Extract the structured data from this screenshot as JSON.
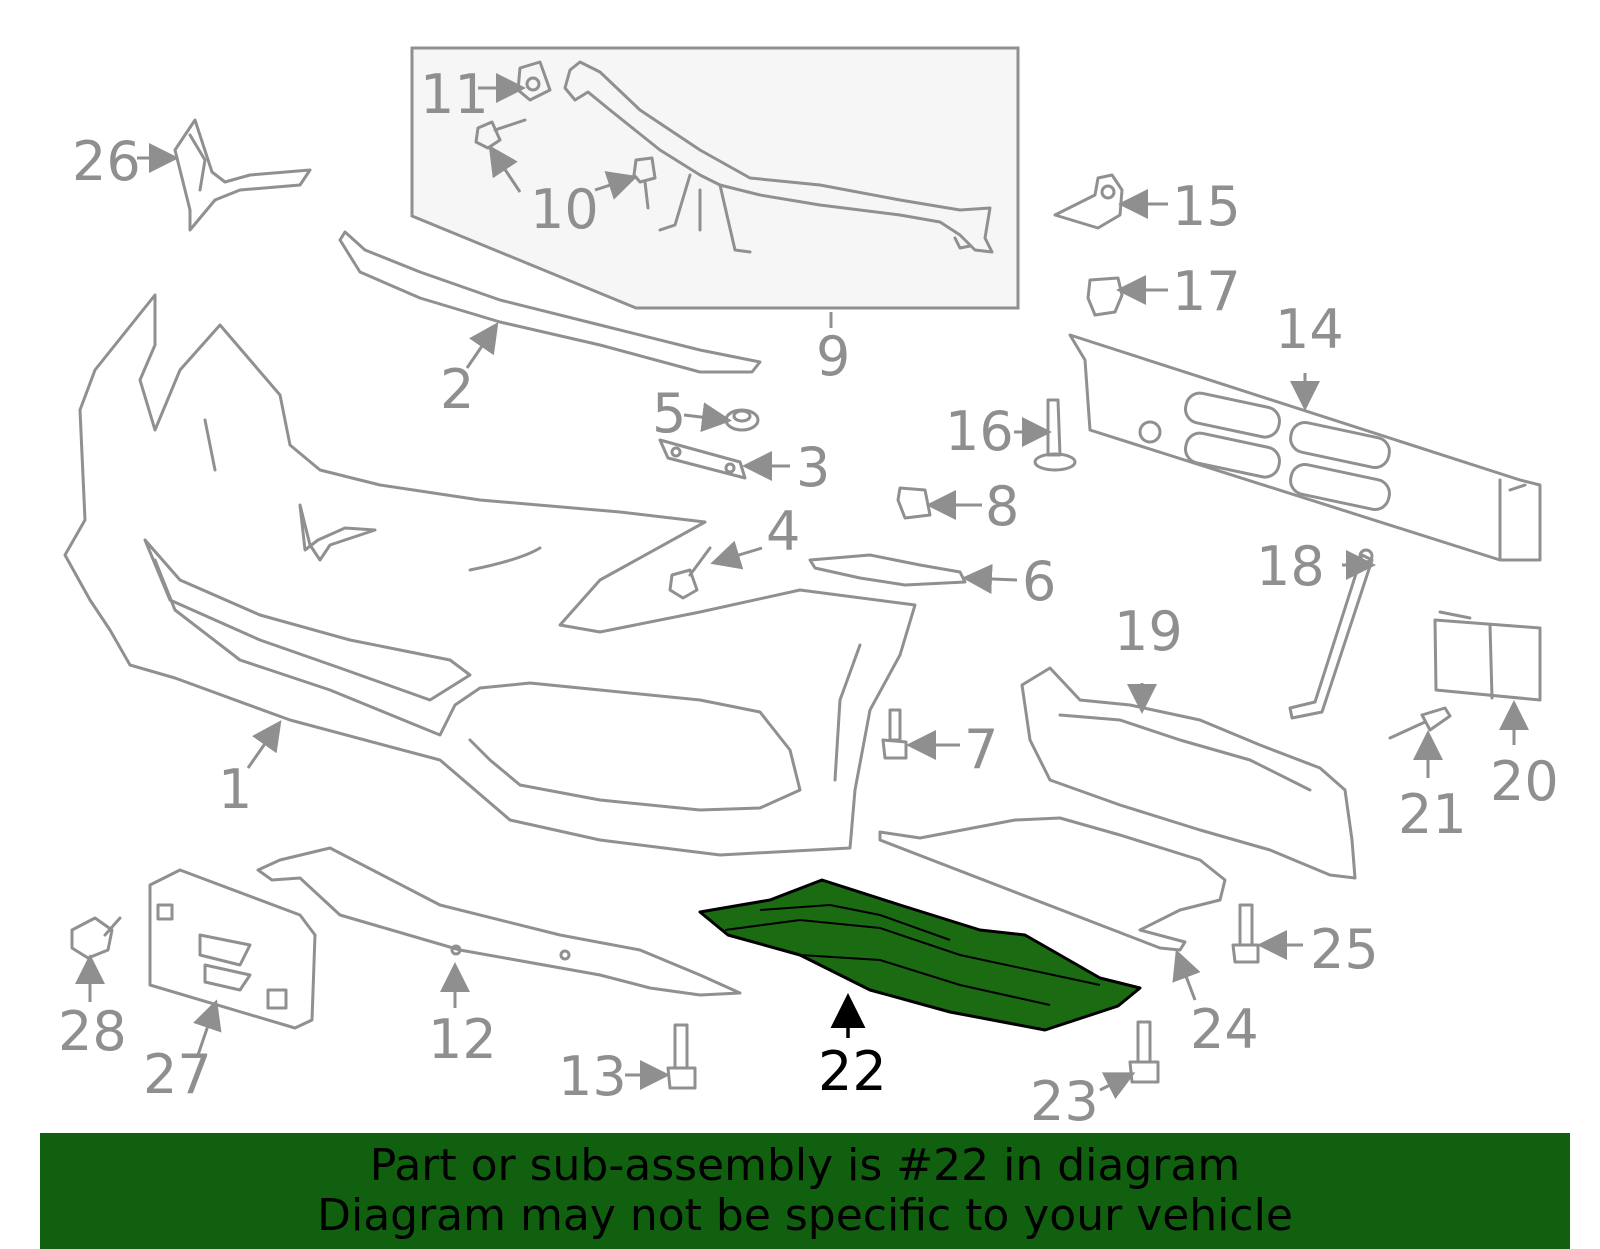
{
  "diagram": {
    "labels": {
      "p1": "1",
      "p2": "2",
      "p3": "3",
      "p4": "4",
      "p5": "5",
      "p6": "6",
      "p7": "7",
      "p8": "8",
      "p9": "9",
      "p10": "10",
      "p11": "11",
      "p12": "12",
      "p13": "13",
      "p14": "14",
      "p15": "15",
      "p16": "16",
      "p17": "17",
      "p18": "18",
      "p19": "19",
      "p20": "20",
      "p21": "21",
      "p22": "22",
      "p23": "23",
      "p24": "24",
      "p25": "25",
      "p26": "26",
      "p27": "27",
      "p28": "28"
    },
    "highlight_part": "22",
    "colors": {
      "highlight": "#1a6b12",
      "banner": "#116010",
      "line": "#909090",
      "label": "#8f8f8f"
    }
  },
  "banner": {
    "line1": "Part or sub-assembly is #22 in diagram",
    "line2": "Diagram may not be specific to your vehicle"
  }
}
